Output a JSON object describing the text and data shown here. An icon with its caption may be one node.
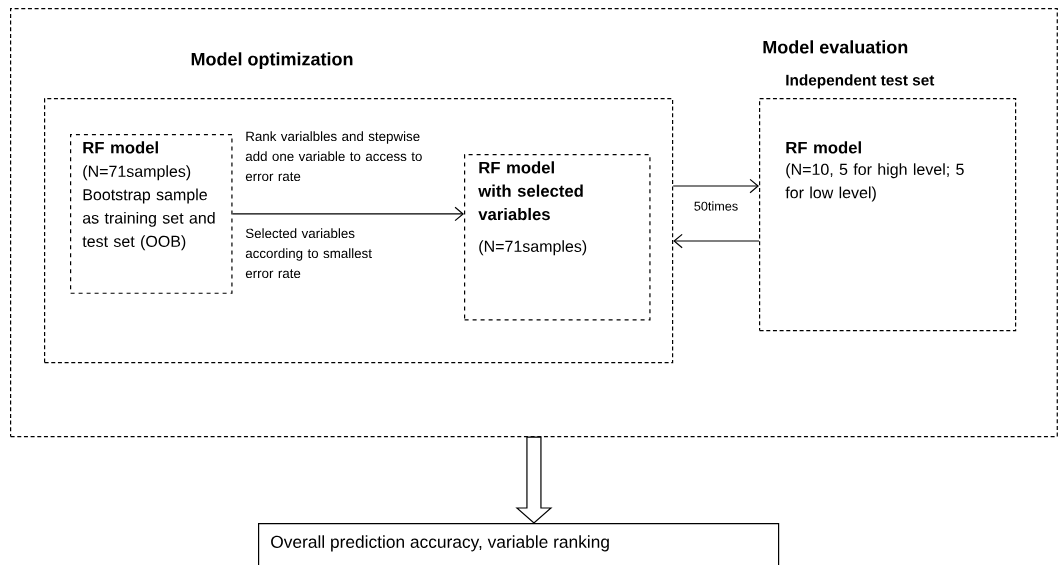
{
  "diagram": {
    "nodes": [
      {
        "text": [],
        "shape": "box"
      },
      {
        "text": [
          "Model optimization"
        ],
        "in": 0
      },
      {
        "text": [
          "RF model",
          "(N=71samples) Bootstrap sample as training set and test set (OOB)"
        ],
        "in": 1
      },
      {
        "text": [
          "RF model with selected variables",
          "(N=71samples)"
        ],
        "in": 1
      },
      {
        "text": [
          "Model evaluation",
          "Independent test set",
          "RF model",
          "(N=10, 5 for high level; 5 for low level)"
        ],
        "in": 0
      },
      {
        "text": [
          "Overall prediction accuracy, variable ranking"
        ]
      }
    ],
    "edges": [
      {
        "from": 2,
        "to": 3,
        "arrow": "to",
        "label": "Rank varialbles and stepwise add one variable to access to error rate"
      },
      {
        "from": 1,
        "to": 4,
        "arrow": "to"
      },
      {
        "from": 4,
        "to": 1,
        "arrow": "to"
      },
      {
        "from": 0,
        "to": 5,
        "arrow": "to"
      }
    ],
    "labels": [
      "Selected variables according to smallest error rate",
      "50times"
    ]
  }
}
